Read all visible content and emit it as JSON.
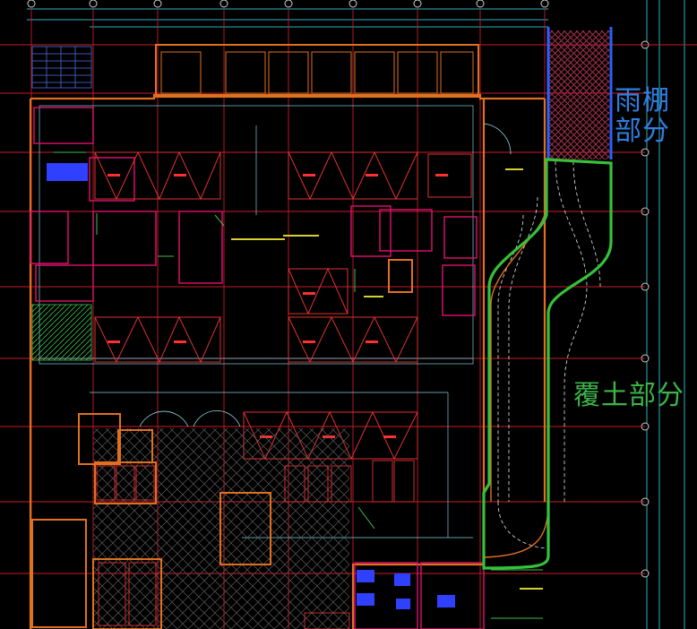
{
  "annotations": {
    "canopy_line1": "雨棚",
    "canopy_line2": "部分",
    "soil_fill": "覆土部分"
  },
  "colors": {
    "background": "#000000",
    "canopy_text": "#2f7fe0",
    "canopy_edge": "#2a62ff",
    "canopy_hatch": "#a0304a",
    "fill_text": "#3cb44b",
    "fill_outline": "#35c23a",
    "axis_line": "#d02030",
    "wall": "#e07020",
    "room_outline": "#e21070",
    "grid_cyan": "#44b8c8",
    "inner_lines": "#8fd8e6",
    "green_detail": "#3cc04a",
    "yellow_detail": "#d8d030"
  },
  "legend_table": {
    "title": "---",
    "note": "---"
  }
}
